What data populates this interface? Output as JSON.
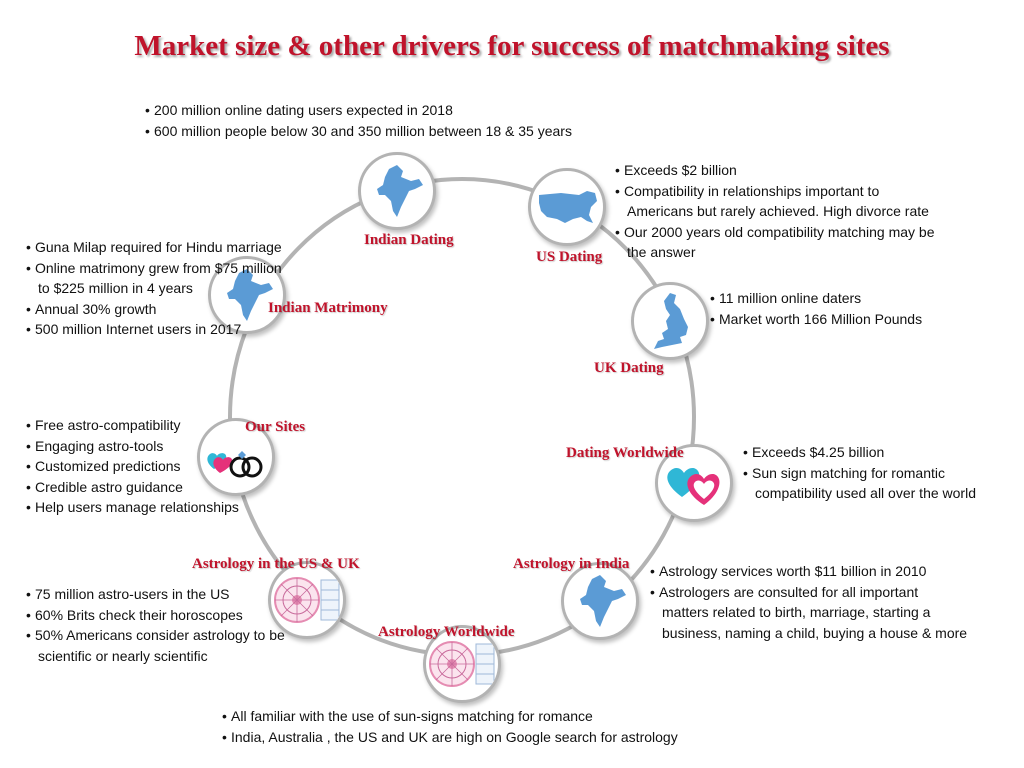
{
  "title": "Market size & other drivers for success of matchmaking sites",
  "colors": {
    "accent": "#c0132b",
    "ring": "#b3b3b3",
    "map": "#5b9bd5",
    "heart_pink": "#e5317a",
    "heart_cyan": "#2fb7d6"
  },
  "nodes": {
    "indian_dating": {
      "label": "Indian Dating",
      "icon": "india-map-icon"
    },
    "us_dating": {
      "label": "US Dating",
      "icon": "usa-map-icon"
    },
    "uk_dating": {
      "label": "UK Dating",
      "icon": "uk-map-icon"
    },
    "dating_worldwide": {
      "label": "Dating Worldwide",
      "icon": "hearts-icon"
    },
    "astrology_india": {
      "label": "Astrology in India",
      "icon": "india-map-icon"
    },
    "astrology_worldwide": {
      "label": "Astrology Worldwide",
      "icon": "zodiac-chart-icon"
    },
    "astrology_us_uk": {
      "label": "Astrology in the US & UK",
      "icon": "zodiac-chart-icon"
    },
    "our_sites": {
      "label": "Our Sites",
      "icon": "rings-hearts-icon"
    },
    "indian_matrimony": {
      "label": "Indian Matrimony",
      "icon": "india-map-icon"
    }
  },
  "notes": {
    "top": [
      "200 million online dating users  expected in 2018",
      "600 million people below 30 and 350 million between 18 & 35 years"
    ],
    "us": [
      "Exceeds $2 billion",
      "Compatibility in relationships important to",
      "Americans but rarely achieved. High divorce rate",
      "Our 2000 years old compatibility matching may be",
      "the answer"
    ],
    "uk": [
      "11 million online daters",
      "Market worth 166 Million Pounds"
    ],
    "worldwide_dating": [
      "Exceeds $4.25 billion",
      "Sun sign matching for romantic",
      "compatibility used all over the world"
    ],
    "astro_india": [
      "Astrology services worth $11 billion in 2010",
      "Astrologers are consulted for all important",
      "matters related to birth, marriage, starting a",
      "business, naming a child, buying a house & more"
    ],
    "astro_worldwide": [
      "All familiar with the use of sun-signs matching  for romance",
      "India, Australia , the US and UK are high on Google search for astrology"
    ],
    "astro_us_uk": [
      "75 million astro-users in the US",
      "60% Brits check their horoscopes",
      "50% Americans consider astrology to be",
      "scientific or nearly  scientific"
    ],
    "our_sites": [
      "Free astro-compatibility",
      "Engaging astro-tools",
      "Customized predictions",
      "Credible astro guidance",
      "Help users manage relationships"
    ],
    "matrimony": [
      "Guna Milap required for Hindu marriage",
      "Online matrimony grew from $75 million",
      "to $225 million in 4 years",
      "Annual 30% growth",
      "500 million Internet users in 2017"
    ]
  }
}
